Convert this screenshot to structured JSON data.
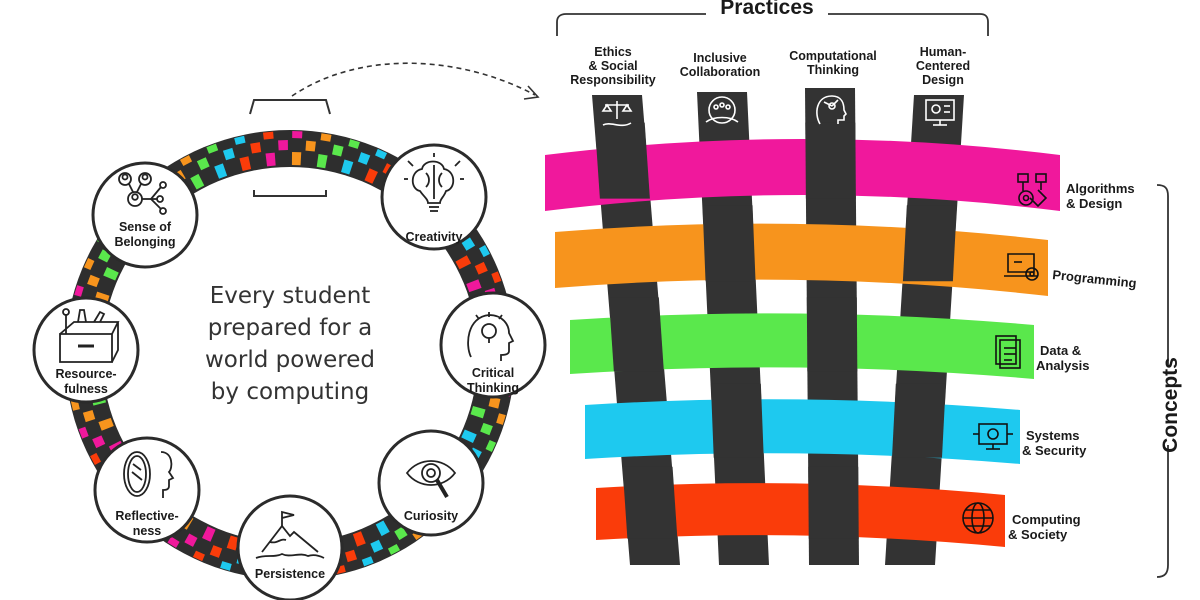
{
  "colors": {
    "pink": "#f0189c",
    "orange": "#f7941d",
    "green": "#5ae84c",
    "cyan": "#1ec9ef",
    "red": "#fa3c0a",
    "dark": "#333333"
  },
  "hub": {
    "center_lines": [
      "Every student",
      "prepared for a",
      "world powered",
      "by computing"
    ],
    "dispositions": [
      {
        "name": "sense-of-belonging",
        "icon": "people-network-icon",
        "lines": [
          "Sense of",
          "Belonging"
        ]
      },
      {
        "name": "creativity",
        "icon": "brain-lightbulb-icon",
        "lines": [
          "Creativity"
        ]
      },
      {
        "name": "critical-thinking",
        "icon": "head-lightbulb-icon",
        "lines": [
          "Critical",
          "Thinking"
        ]
      },
      {
        "name": "curiosity",
        "icon": "eye-magnifier-icon",
        "lines": [
          "Curiosity"
        ]
      },
      {
        "name": "persistence",
        "icon": "mountain-flag-icon",
        "lines": [
          "Persistence"
        ]
      },
      {
        "name": "reflectiveness",
        "icon": "mirror-face-icon",
        "lines": [
          "Reflective-",
          "ness"
        ]
      },
      {
        "name": "resourcefulness",
        "icon": "toolbox-icon",
        "lines": [
          "Resource-",
          "fulness"
        ]
      }
    ]
  },
  "practices": {
    "title": "Practices",
    "items": [
      {
        "name": "ethics",
        "icon": "scales-hand-icon",
        "lines": [
          "Ethics",
          "& Social",
          "Responsibility"
        ]
      },
      {
        "name": "inclusive-collaboration",
        "icon": "collaboration-hands-icon",
        "lines": [
          "Inclusive",
          "Collaboration"
        ]
      },
      {
        "name": "computational-thinking",
        "icon": "head-circuit-icon",
        "lines": [
          "Computational",
          "Thinking"
        ]
      },
      {
        "name": "human-centered-design",
        "icon": "monitor-design-icon",
        "lines": [
          "Human-",
          "Centered",
          "Design"
        ]
      }
    ]
  },
  "concepts": {
    "title": "Concepts",
    "items": [
      {
        "name": "algorithms-design",
        "icon": "flowchart-gear-icon",
        "color": "pink",
        "lines": [
          "Algorithms",
          "& Design"
        ]
      },
      {
        "name": "programming",
        "icon": "laptop-gear-icon",
        "color": "orange",
        "lines": [
          "Programming"
        ]
      },
      {
        "name": "data-analysis",
        "icon": "data-document-icon",
        "color": "green",
        "lines": [
          "Data &",
          "Analysis"
        ]
      },
      {
        "name": "systems-security",
        "icon": "monitor-security-icon",
        "color": "cyan",
        "lines": [
          "Systems",
          "& Security"
        ]
      },
      {
        "name": "computing-society",
        "icon": "globe-grid-icon",
        "color": "red",
        "lines": [
          "Computing",
          "& Society"
        ]
      }
    ]
  }
}
